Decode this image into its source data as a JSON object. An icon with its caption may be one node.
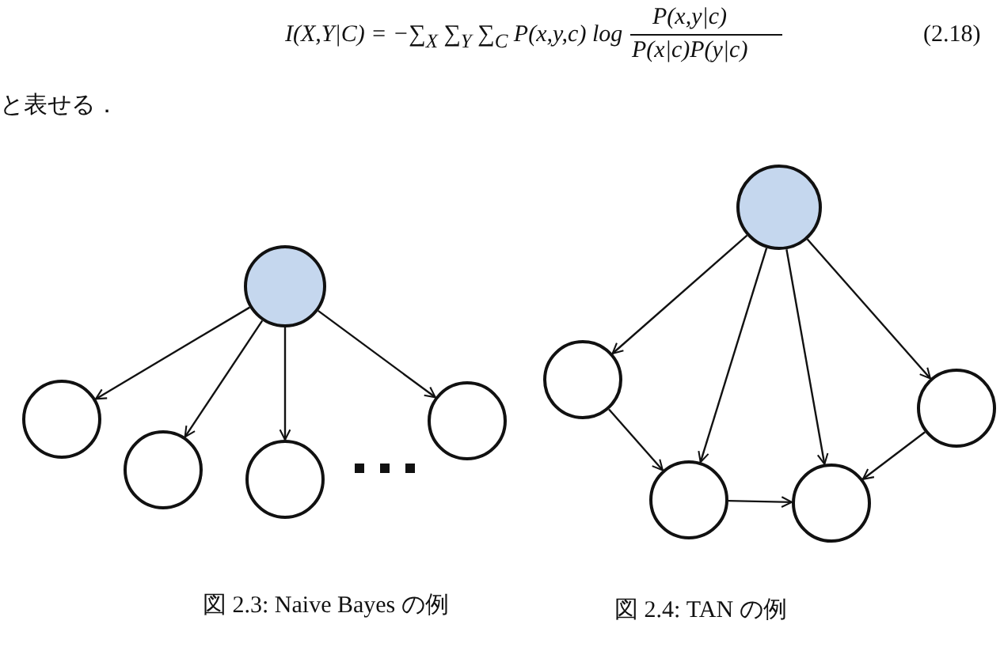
{
  "diagram": {
    "nodes": [
      {
        "text": [],
        "shape": "circle"
      },
      {
        "text": [],
        "shape": "circle"
      },
      {
        "text": [],
        "shape": "circle"
      },
      {
        "text": [],
        "shape": "circle"
      },
      {
        "text": [],
        "shape": "circle"
      },
      {
        "text": [],
        "shape": "circle"
      },
      {
        "text": [],
        "shape": "circle"
      },
      {
        "text": [],
        "shape": "circle"
      },
      {
        "text": [],
        "shape": "circle"
      },
      {
        "text": [],
        "shape": "circle"
      }
    ],
    "edges": [
      {
        "from": 0,
        "to": 1,
        "arrow": "to"
      },
      {
        "from": 0,
        "to": 2,
        "arrow": "to"
      },
      {
        "from": 0,
        "to": 3,
        "arrow": "to"
      },
      {
        "from": 0,
        "to": 4,
        "arrow": "to"
      },
      {
        "from": 5,
        "to": 6,
        "arrow": "to"
      },
      {
        "from": 5,
        "to": 8,
        "arrow": "to"
      },
      {
        "from": 5,
        "to": 9,
        "arrow": "to"
      },
      {
        "from": 5,
        "to": 7,
        "arrow": "to"
      },
      {
        "from": 6,
        "to": 8,
        "arrow": "to"
      },
      {
        "from": 8,
        "to": 9,
        "arrow": "to"
      },
      {
        "from": 7,
        "to": 9,
        "arrow": "to"
      }
    ],
    "labels": [
      "I(X,Y|C) = −∑$_{X}$ ∑$_{Y}$ ∑$_{C}$ P(x,y,c) log",
      "P(x,y|c)",
      "P(x|c)P(y|c)",
      "(2.18)",
      "と表せる．",
      "図 2.3: Naive Bayes の例",
      "図 2.4: TAN の例"
    ]
  }
}
